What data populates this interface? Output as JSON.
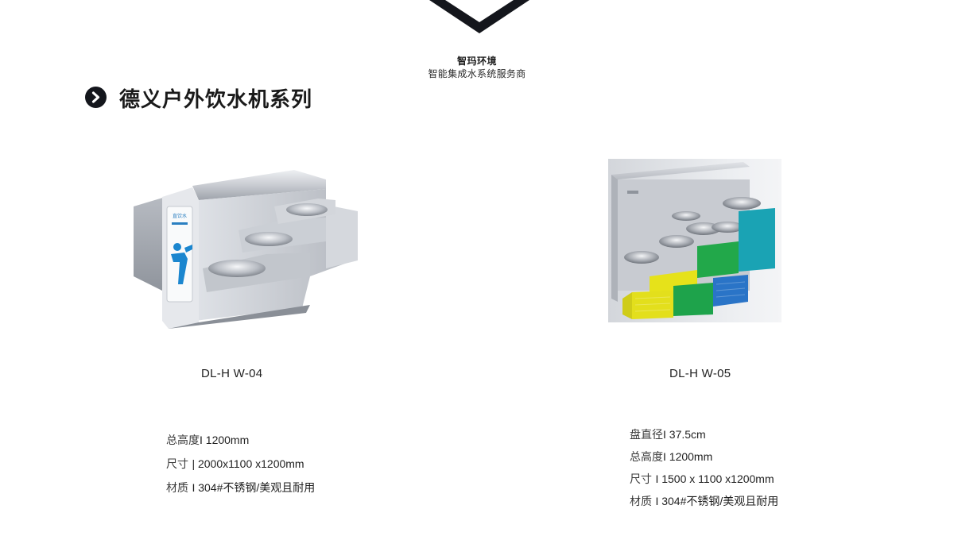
{
  "brand": {
    "name": "智玛环境",
    "tagline": "智能集成水系统服务商",
    "colors": {
      "primary": "#14161c"
    }
  },
  "section": {
    "title": "德义户外饮水机系列",
    "bullet_icon": "chevron-right-circle-icon"
  },
  "products": [
    {
      "model": "DL-H W-04",
      "photo_icon": "outdoor-drinking-fountain-photo",
      "signage_text": "直饮水",
      "specs": [
        {
          "label": "总高度",
          "value": "I 1200mm"
        },
        {
          "label": "尺寸 ",
          "value": " | 2000x1100 x1200mm"
        },
        {
          "label": "材质 ",
          "value": " I 304#不锈钢/美观且耐用"
        }
      ]
    },
    {
      "model": "DL-H W-05",
      "photo_icon": "tiered-drinking-fountain-photo",
      "specs": [
        {
          "label": "盘直径",
          "value": "I 37.5cm"
        },
        {
          "label": "总高度",
          "value": "I 1200mm"
        },
        {
          "label": "尺寸 ",
          "value": " I 1500 x 1100 x1200mm"
        },
        {
          "label": "材质 ",
          "value": " I 304#不锈钢/美观且耐用"
        }
      ]
    }
  ]
}
